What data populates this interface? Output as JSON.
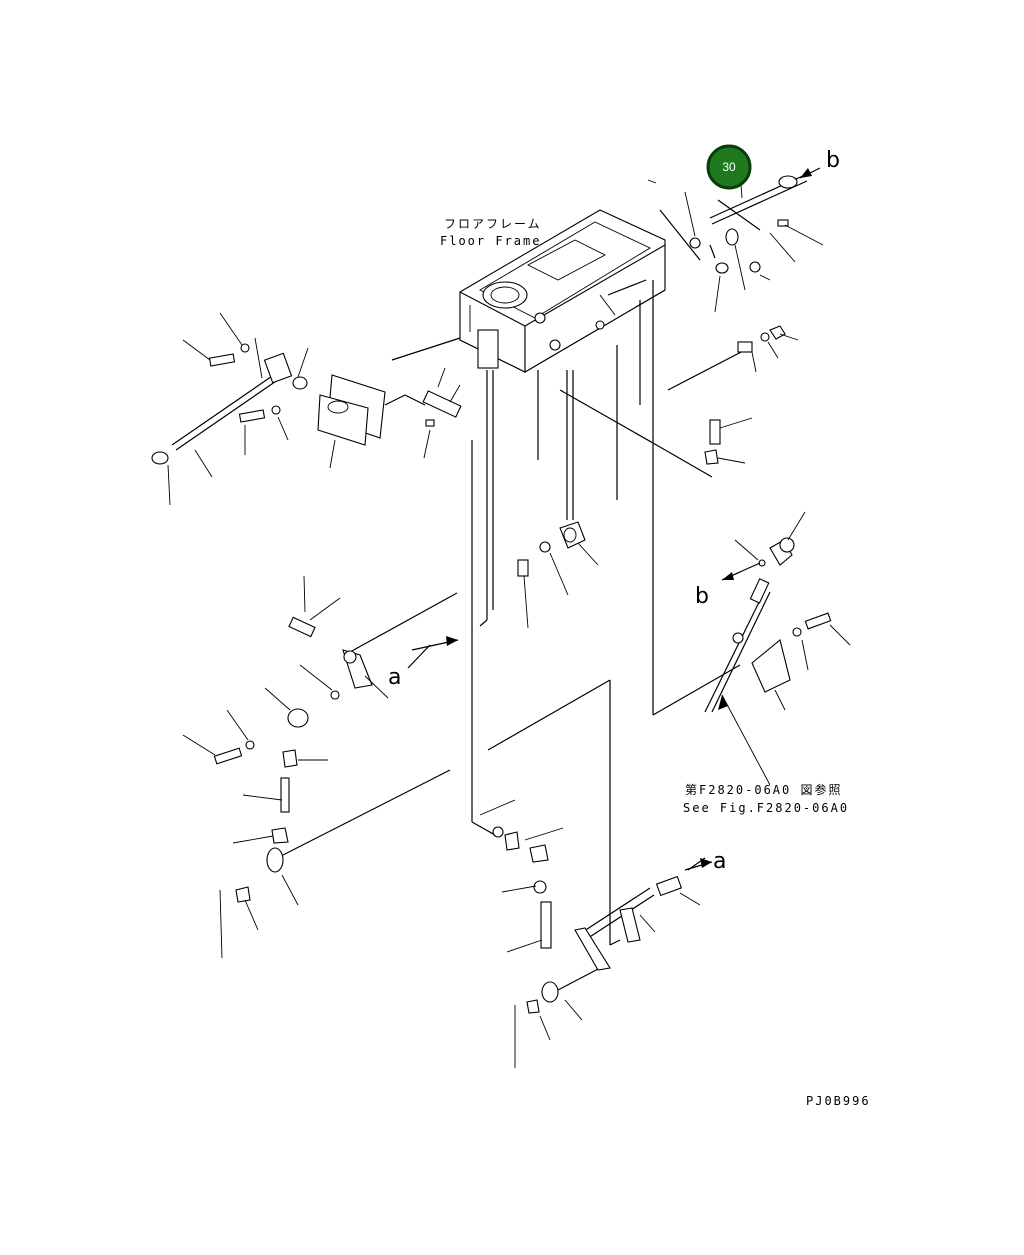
{
  "labels": {
    "floor_frame_jp": "フロアフレーム",
    "floor_frame_en": "Floor Frame",
    "see_fig_jp": "第F2820-06A0 図参照",
    "see_fig_en": "See Fig.F2820-06A0",
    "drawing_code": "PJ0B996"
  },
  "callout": {
    "number": "30",
    "color": "#1f7a1f",
    "ring_color": "#0b3d0b"
  },
  "markers": {
    "a_left": "a",
    "a_right": "a",
    "b_top": "b",
    "b_mid": "b"
  }
}
